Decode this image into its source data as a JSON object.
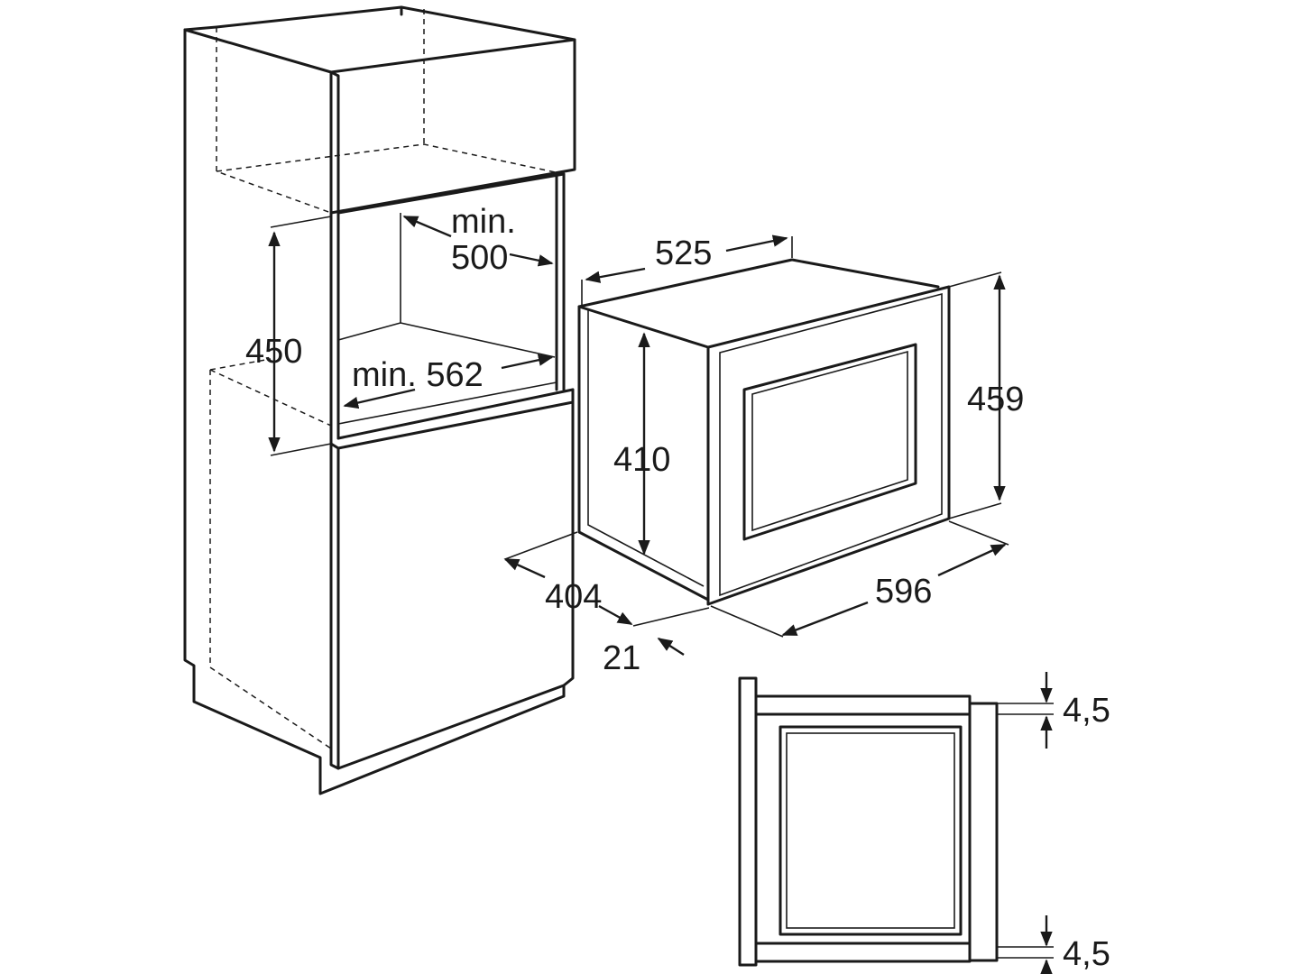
{
  "labels": {
    "min_depth_word": "min.",
    "min_depth_value": "500",
    "niche_height": "450",
    "min_width": "min. 562",
    "appliance_depth": "525",
    "appliance_height": "459",
    "body_height": "410",
    "appliance_width": "596",
    "body_depth": "404",
    "frame_depth": "21",
    "gap_top": "4,5",
    "gap_bottom": "4,5"
  },
  "colors": {
    "line": "#1a1a1a",
    "background": "#ffffff"
  }
}
